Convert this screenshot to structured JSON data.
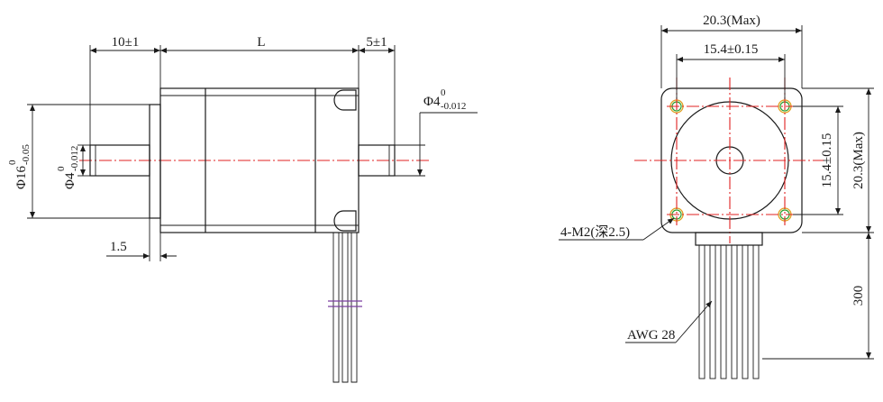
{
  "side_view": {
    "dim_shaft_front_len": "10±1",
    "dim_body_len": "L",
    "dim_shaft_rear_len": "5±1",
    "dim_rear_shaft_dia": {
      "base": "Φ4",
      "upper": "0",
      "lower": "-0.012"
    },
    "dim_boss_dia": {
      "base": "Φ16",
      "upper": "0",
      "lower": "-0.05"
    },
    "dim_front_shaft_dia": {
      "base": "Φ4",
      "upper": "0",
      "lower": "-0.012"
    },
    "dim_flange_thk": "1.5"
  },
  "front_view": {
    "dim_width_max": "20.3(Max)",
    "dim_hole_spacing_h": "15.4±0.15",
    "dim_hole_spacing_v": "15.4±0.15",
    "dim_height_max": "20.3(Max)",
    "dim_lead_len": "300",
    "label_holes": "4-M2(深2.5)",
    "label_wire": "AWG 28"
  },
  "colors": {
    "line": "#1a1a1a",
    "centerline": "#e02020",
    "hole_ring": "#2e9e2e",
    "hole_ring2": "#e0a020",
    "band": "#7a3fa0"
  }
}
